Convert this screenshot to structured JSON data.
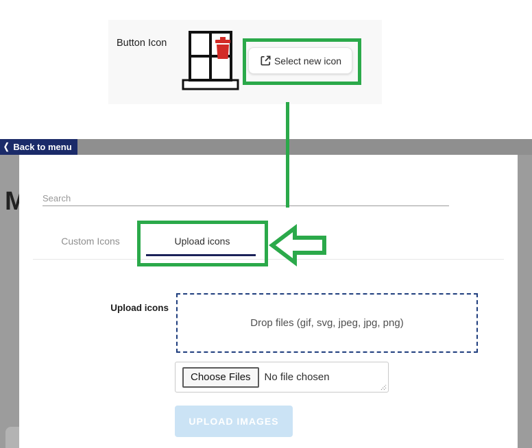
{
  "colors": {
    "annotation_green": "#2ba94a",
    "navy": "#1b2b69",
    "tab_underline": "#1a2158",
    "dropzone_border": "#1e3d7d",
    "overlay_gray": "#9c9c9c",
    "topbar_gray": "#8f8f8f",
    "panel_bg": "#f8f8f8",
    "upload_button_bg": "#cbe3f5",
    "trash_red": "#d22b27"
  },
  "top_panel": {
    "label": "Button Icon",
    "select_button_label": "Select new icon"
  },
  "page_background": {
    "back_button_label": "Back to menu",
    "back_chevron": "❮",
    "partial_heading": "M"
  },
  "modal": {
    "search_placeholder": "Search",
    "tabs": [
      {
        "label": "Custom Icons",
        "active": false
      },
      {
        "label": "Upload icons",
        "active": true
      }
    ],
    "upload_form": {
      "label": "Upload icons",
      "dropzone_text": "Drop files (gif, svg, jpeg, jpg, png)",
      "choose_files_label": "Choose Files",
      "file_status": "No file chosen",
      "upload_button_label": "UPLOAD IMAGES"
    }
  }
}
